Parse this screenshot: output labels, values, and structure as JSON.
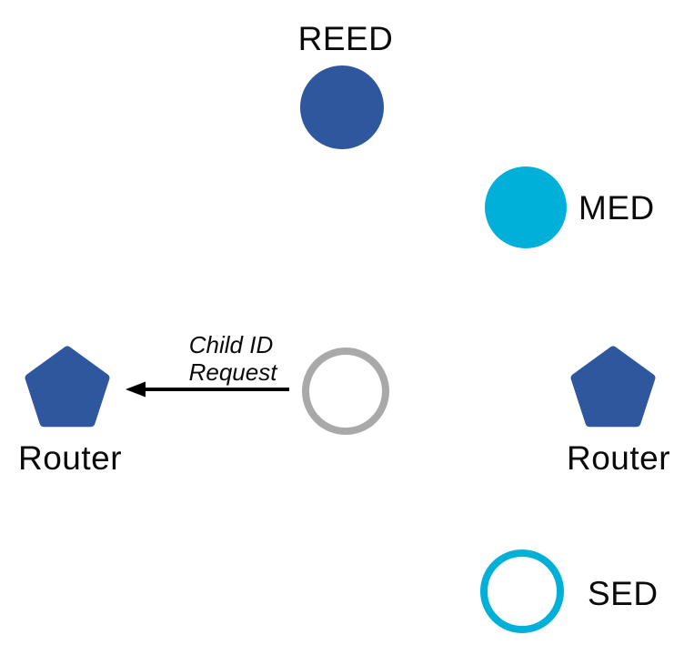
{
  "diagram": {
    "labels": {
      "reed": "REED",
      "med": "MED",
      "sed": "SED",
      "router_left": "Router",
      "router_right": "Router"
    },
    "message": {
      "line1": "Child ID",
      "line2": "Request"
    },
    "colors": {
      "router_blue": "#2e579d",
      "device_cyan": "#00b0d9",
      "pending_gray": "#a9a9a9",
      "arrow_black": "#000000",
      "background": "#ffffff"
    }
  }
}
